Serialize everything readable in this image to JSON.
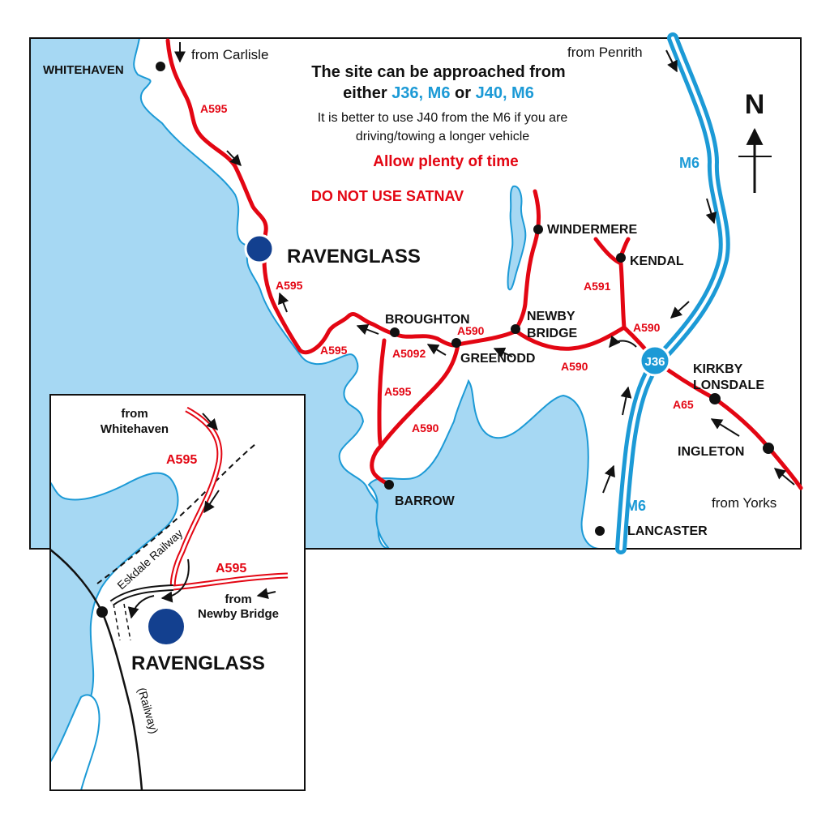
{
  "colors": {
    "water": "#a6d8f3",
    "coast": "#1c9ad6",
    "road_red": "#e30613",
    "motorway": "#1c9ad6",
    "town_dot": "#111111",
    "site_dot": "#13408f",
    "text": "#111111"
  },
  "header": {
    "line1": "The site can be approached from",
    "line2_prefix": "either ",
    "line2_j36": "J36, M6",
    "line2_or": " or ",
    "line2_j40": "J40, M6",
    "note1": "It is better to use J40 from the M6 if you are",
    "note2": "driving/towing a longer vehicle",
    "warning1": "Allow plenty of time",
    "warning2": "DO NOT USE SATNAV"
  },
  "compass": {
    "label": "N"
  },
  "main_map": {
    "places": {
      "whitehaven": "WHITEHAVEN",
      "ravenglass": "RAVENGLASS",
      "windermere": "WINDERMERE",
      "kendal": "KENDAL",
      "broughton": "BROUGHTON",
      "newby_bridge_1": "NEWBY",
      "newby_bridge_2": "BRIDGE",
      "greenodd": "GREENODD",
      "kirkby_1": "KIRKBY",
      "kirkby_2": "LONSDALE",
      "ingleton": "INGLETON",
      "barrow": "BARROW",
      "lancaster": "LANCASTER"
    },
    "roads": {
      "a595_north": "A595",
      "a595_ravenglass": "A595",
      "a595_coast": "A595",
      "a595_barrow": "A595",
      "a5092": "A5092",
      "a590_greenodd": "A590",
      "a590_barrow": "A590",
      "a590_east": "A590",
      "a590_j36": "A590",
      "a591": "A591",
      "a65": "A65",
      "m6_north": "M6",
      "m6_south": "M6",
      "j36": "J36"
    },
    "from_labels": {
      "carlisle": "from Carlisle",
      "penrith": "from Penrith",
      "yorks": "from Yorks"
    }
  },
  "inset_map": {
    "from_whitehaven_1": "from",
    "from_whitehaven_2": "Whitehaven",
    "from_newby_1": "from",
    "from_newby_2": "Newby Bridge",
    "road_a595_upper": "A595",
    "road_a595_lower": "A595",
    "railway_eskdale": "Eskdale Railway",
    "railway": "(Railway)",
    "site": "RAVENGLASS"
  }
}
